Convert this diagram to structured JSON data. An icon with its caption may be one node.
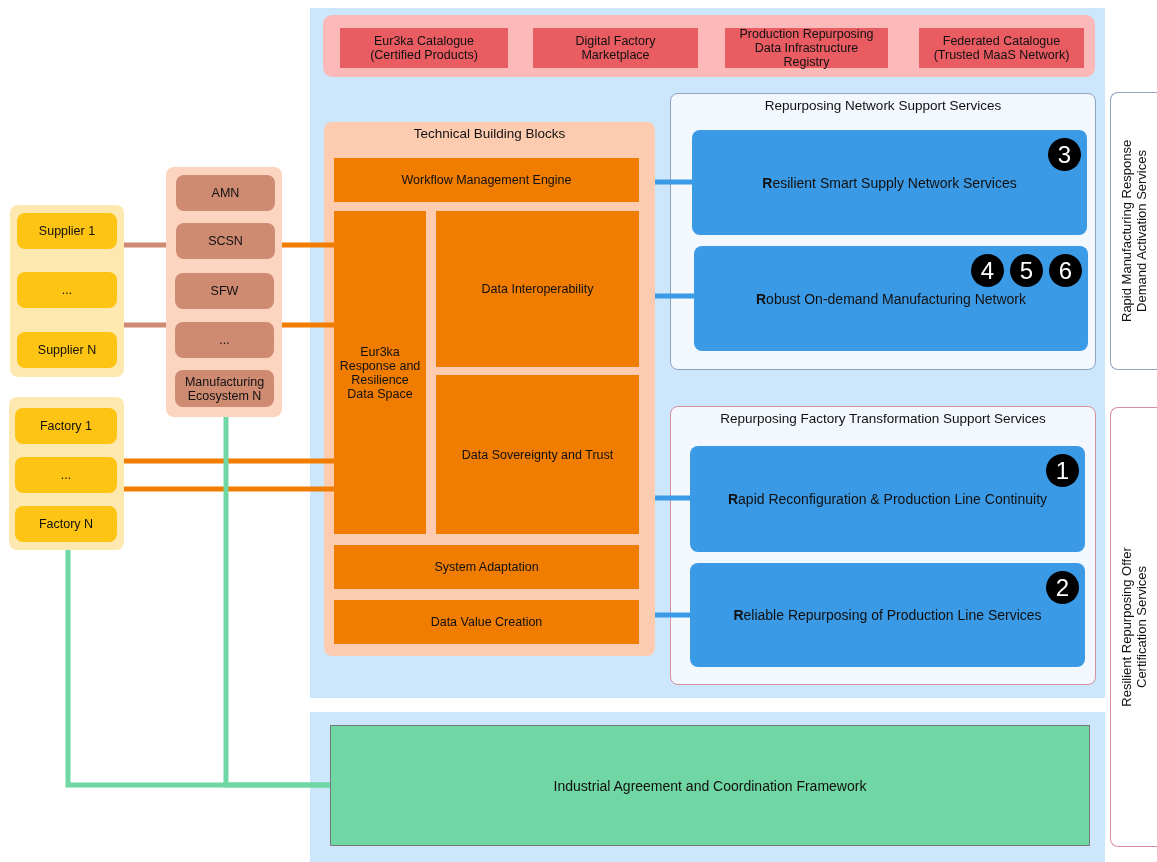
{
  "diagram": {
    "nodes": [
      {
        "text": [
          "Eur3ka Catalogue (Certified Products)"
        ]
      },
      {
        "text": [
          "Digital Factory Marketplace"
        ]
      },
      {
        "text": [
          "Production Repurposing Data Infrastructure Registry"
        ]
      },
      {
        "text": [
          "Federated Catalogue (Trusted MaaS Network)"
        ]
      },
      {
        "text": [],
        "shape": "box"
      },
      {
        "text": [
          "Supplier 1"
        ],
        "in": 4
      },
      {
        "text": [
          "..."
        ],
        "in": 4
      },
      {
        "text": [
          "Supplier N"
        ],
        "in": 4
      },
      {
        "text": [],
        "shape": "box"
      },
      {
        "text": [
          "Factory 1"
        ],
        "in": 8
      },
      {
        "text": [
          "..."
        ],
        "in": 8
      },
      {
        "text": [
          "Factory N"
        ],
        "in": 8
      },
      {
        "text": [],
        "shape": "box"
      },
      {
        "text": [
          "AMN"
        ],
        "in": 12
      },
      {
        "text": [
          "SCSN"
        ],
        "in": 12
      },
      {
        "text": [
          "SFW"
        ],
        "in": 12
      },
      {
        "text": [
          "..."
        ],
        "in": 12
      },
      {
        "text": [
          "Manufacturing Ecosystem N"
        ],
        "in": 12
      },
      {
        "text": [
          "Technical Building Blocks"
        ]
      },
      {
        "text": [
          "Workflow Management Engine"
        ],
        "in": 18
      },
      {
        "text": [
          "Eur3ka Response and Resilience Data Space"
        ],
        "in": 18
      },
      {
        "text": [
          "Data Interoperability"
        ],
        "in": 18
      },
      {
        "text": [
          "Data Sovereignty and Trust"
        ],
        "in": 18
      },
      {
        "text": [
          "System Adaptation"
        ],
        "in": 18
      },
      {
        "text": [
          "Data Value Creation"
        ],
        "in": 18
      },
      {
        "text": [
          "Repurposing Network Support Services"
        ]
      },
      {
        "text": [
          "**R**esilient Smart Supply Network Services",
          "3"
        ],
        "in": 25
      },
      {
        "text": [
          "**R**obust On-demand Manufacturing Network",
          "4",
          "5",
          "6"
        ],
        "in": 25
      },
      {
        "text": [
          "Repurposing Factory Transformation Support Services"
        ]
      },
      {
        "text": [
          "**R**apid Reconfiguration & Production Line Continuity",
          "1"
        ],
        "in": 28
      },
      {
        "text": [
          "**R**eliable Repurposing of Production Line Services",
          "2"
        ],
        "in": 28
      },
      {
        "text": [
          "Industrial Agreement and Coordination Framework"
        ]
      },
      {
        "text": [
          "Rapid Manufacturing Response Demand Activation Services"
        ]
      },
      {
        "text": [
          "Resilient Repurposing Offer Certification Services"
        ]
      }
    ],
    "edges": [
      {
        "from": 4,
        "to": 12,
        "arrow": "none",
        "color": "#d08a74"
      },
      {
        "from": 4,
        "to": 12,
        "arrow": "none",
        "color": "#d08a74"
      },
      {
        "from": 12,
        "to": 20,
        "arrow": "none",
        "color": "#f07c00"
      },
      {
        "from": 12,
        "to": 20,
        "arrow": "none",
        "color": "#f07c00"
      },
      {
        "from": 8,
        "to": 20,
        "arrow": "none",
        "color": "#f07c00"
      },
      {
        "from": 8,
        "to": 20,
        "arrow": "none",
        "color": "#f07c00"
      },
      {
        "from": 8,
        "to": 31,
        "arrow": "none",
        "color": "#6fd6a4"
      },
      {
        "from": 12,
        "to": 31,
        "arrow": "none",
        "color": "#6fd6a4"
      },
      {
        "from": 18,
        "to": 26,
        "arrow": "none",
        "color": "#3b9ae6"
      },
      {
        "from": 18,
        "to": 27,
        "arrow": "none",
        "color": "#3b9ae6"
      },
      {
        "from": 18,
        "to": 29,
        "arrow": "none",
        "color": "#3b9ae6"
      },
      {
        "from": 18,
        "to": 30,
        "arrow": "none",
        "color": "#3b9ae6"
      }
    ]
  }
}
